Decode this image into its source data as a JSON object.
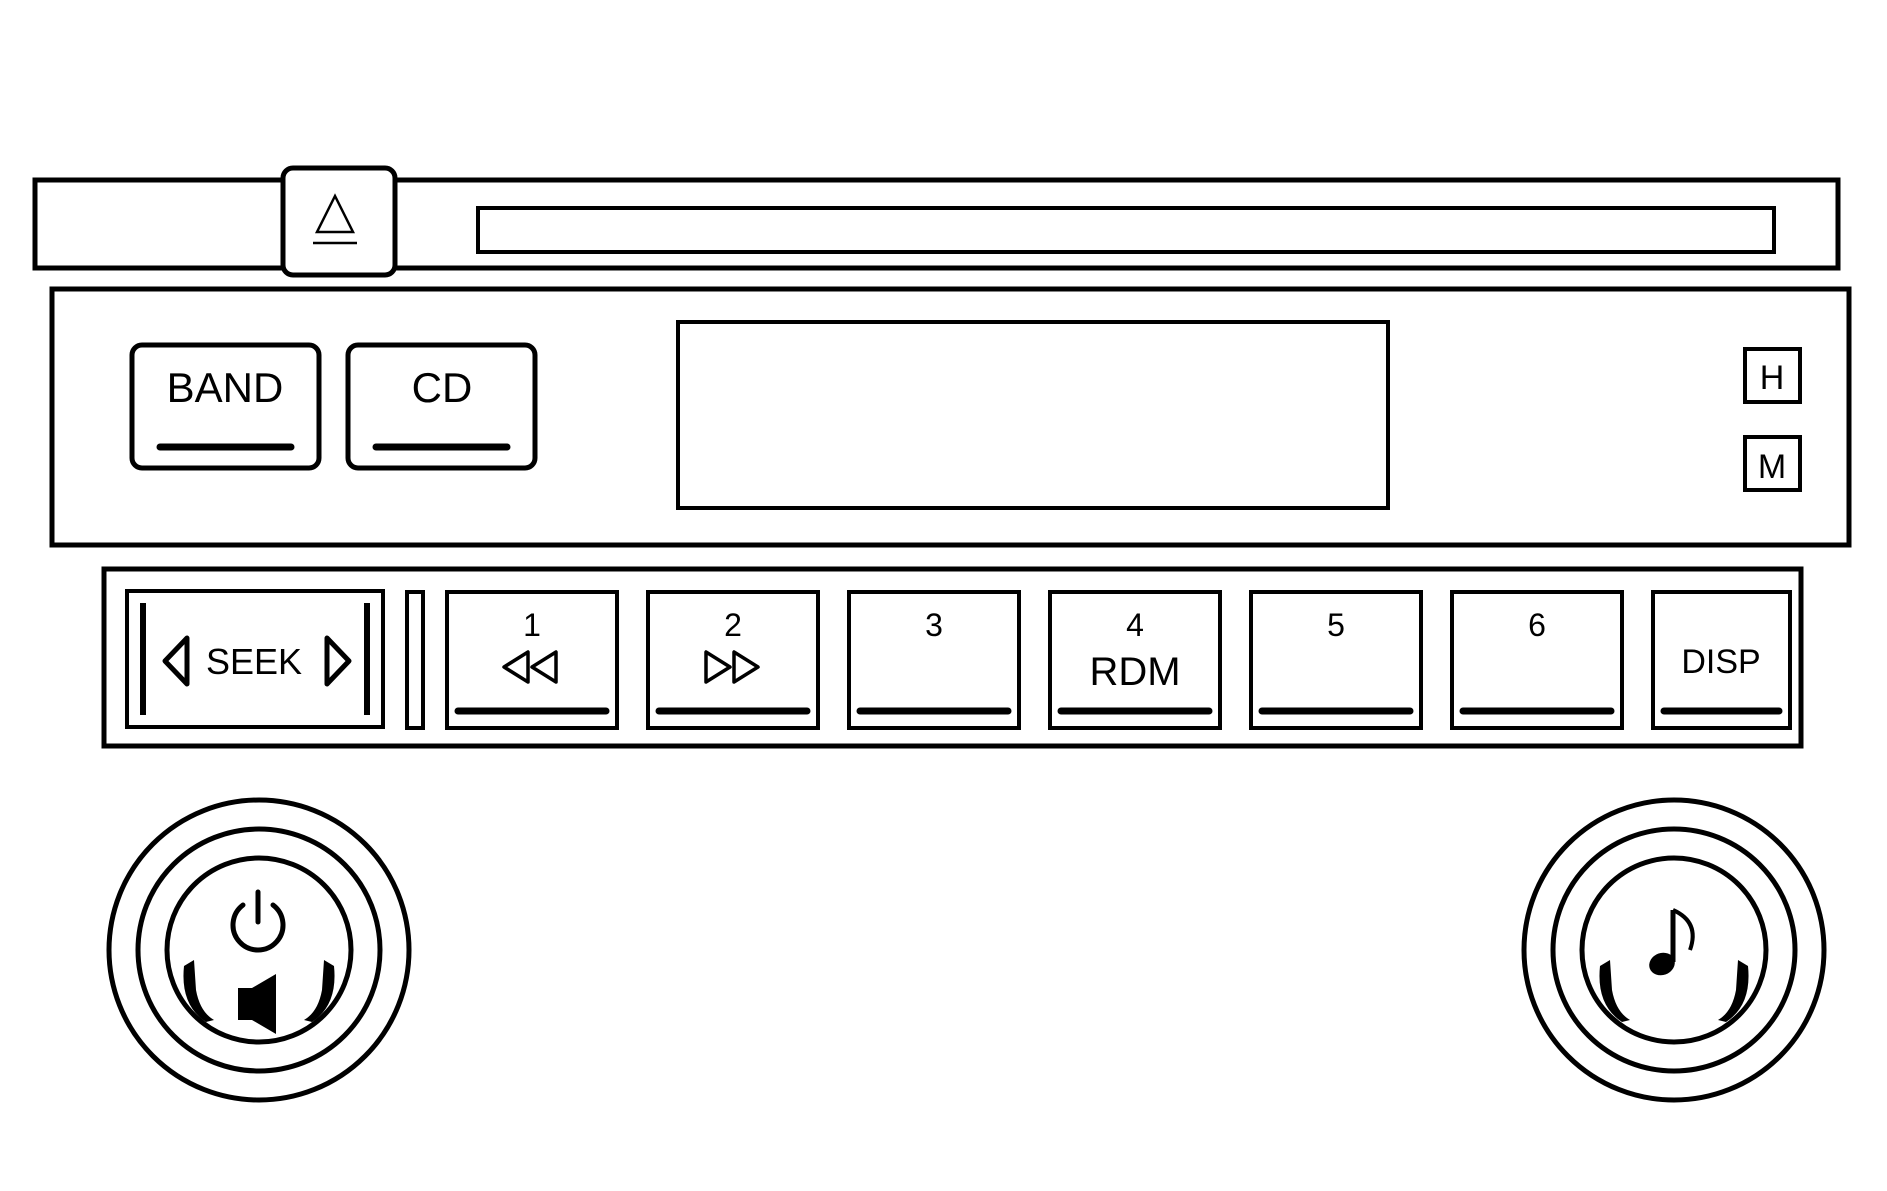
{
  "colors": {
    "ink": "#000000",
    "paper": "#ffffff"
  },
  "top_buttons": {
    "band": "BAND",
    "cd": "CD"
  },
  "side_buttons": {
    "h": "H",
    "m": "M"
  },
  "seek": {
    "label": "SEEK",
    "left_icon": "triangle-left-icon",
    "right_icon": "triangle-right-icon"
  },
  "presets": [
    {
      "number": "1",
      "label": "",
      "icon": "rewind-icon"
    },
    {
      "number": "2",
      "label": "",
      "icon": "fast-forward-icon"
    },
    {
      "number": "3",
      "label": "",
      "icon": ""
    },
    {
      "number": "4",
      "label": "RDM",
      "icon": ""
    },
    {
      "number": "5",
      "label": "",
      "icon": ""
    },
    {
      "number": "6",
      "label": "",
      "icon": ""
    }
  ],
  "disp": "DISP",
  "knobs": {
    "left": {
      "icons": [
        "power-icon",
        "speaker-icon"
      ]
    },
    "right": {
      "icons": [
        "music-note-icon"
      ]
    }
  },
  "eject_icon": "eject-icon"
}
